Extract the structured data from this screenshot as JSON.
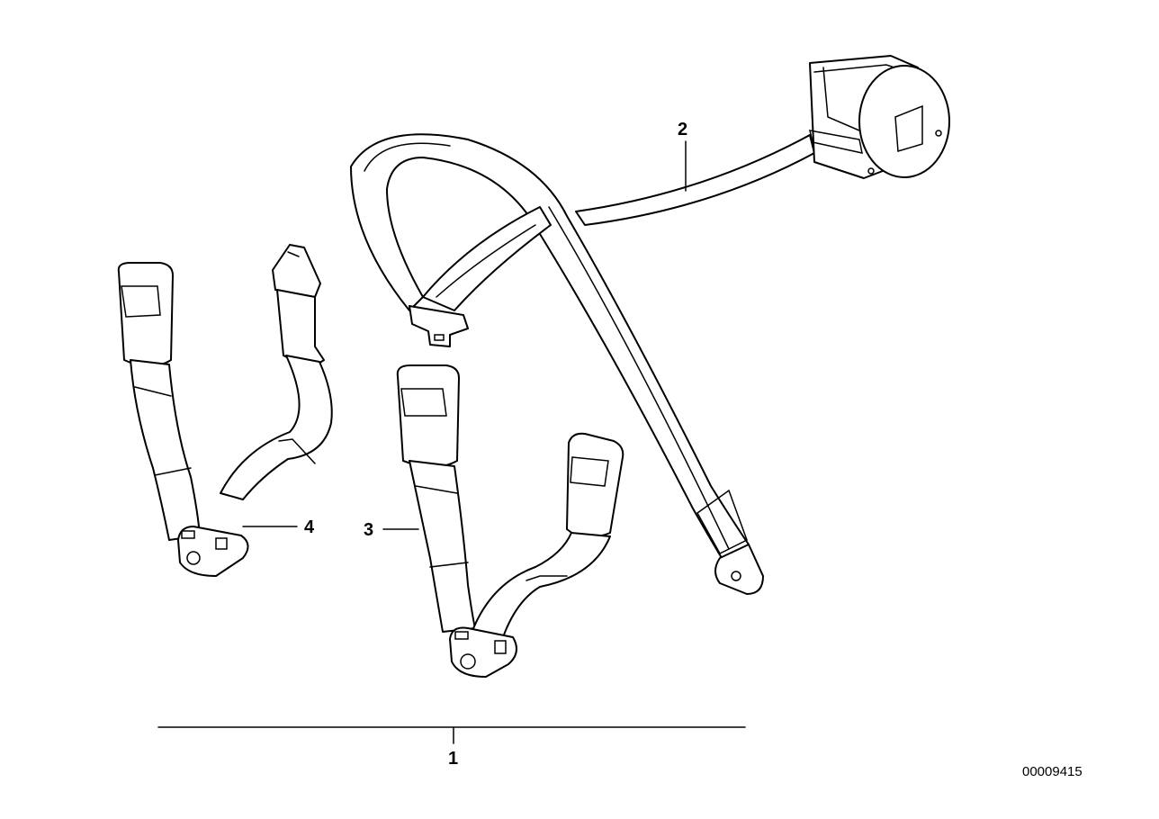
{
  "callouts": {
    "c1": "1",
    "c2": "2",
    "c3": "3",
    "c4": "4"
  },
  "reference_number": "00009415",
  "colors": {
    "line": "#000000",
    "background": "#ffffff"
  }
}
